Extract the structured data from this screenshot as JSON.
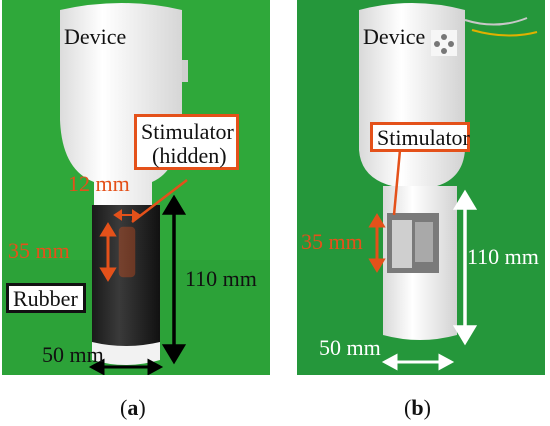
{
  "panel_a": {
    "label_device": "Device",
    "label_stimulator_line1": "Stimulator",
    "label_stimulator_line2": "(hidden)",
    "dim_width_stim": "12 mm",
    "dim_length_stim": "35 mm",
    "dim_length_total": "110 mm",
    "label_rubber": "Rubber",
    "dim_diameter": "50 mm",
    "caption_open": "(",
    "caption_letter": "a",
    "caption_close": ")"
  },
  "panel_b": {
    "label_device": "Device",
    "label_stimulator": "Stimulator",
    "dim_length_stim": "35 mm",
    "dim_length_total": "110 mm",
    "dim_diameter": "50 mm",
    "caption_open": "(",
    "caption_letter": "b",
    "caption_close": ")"
  },
  "colors": {
    "green_background": "#2fa83a",
    "annotation_orange": "#e4511a",
    "black_arrows": "#000000",
    "white_arrows": "#ffffff"
  }
}
